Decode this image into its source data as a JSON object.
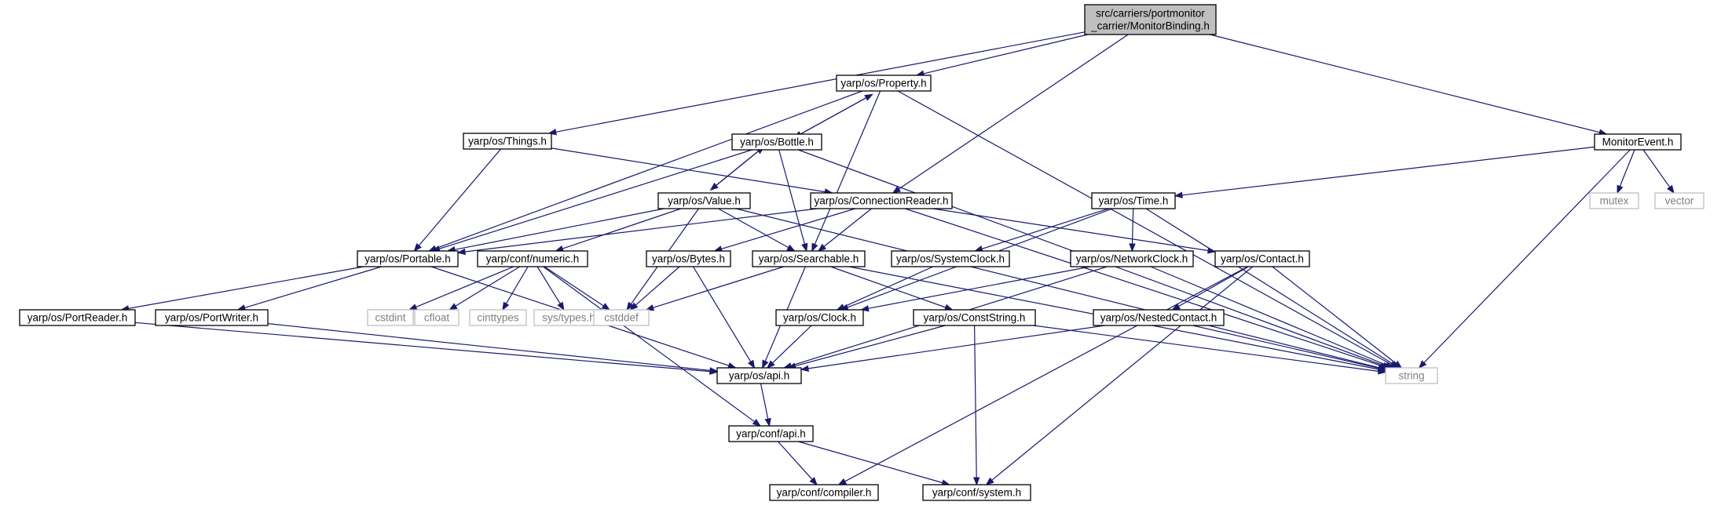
{
  "graph": {
    "nodes": [
      {
        "id": "root",
        "lines": [
          "src/carriers/portmonitor",
          "_carrier/MonitorBinding.h"
        ],
        "kind": "root"
      },
      {
        "id": "property",
        "lines": [
          "yarp/os/Property.h"
        ],
        "kind": "internal"
      },
      {
        "id": "things",
        "lines": [
          "yarp/os/Things.h"
        ],
        "kind": "internal"
      },
      {
        "id": "bottle",
        "lines": [
          "yarp/os/Bottle.h"
        ],
        "kind": "internal"
      },
      {
        "id": "monitorevent",
        "lines": [
          "MonitorEvent.h"
        ],
        "kind": "internal"
      },
      {
        "id": "value",
        "lines": [
          "yarp/os/Value.h"
        ],
        "kind": "internal"
      },
      {
        "id": "connreader",
        "lines": [
          "yarp/os/ConnectionReader.h"
        ],
        "kind": "internal"
      },
      {
        "id": "time",
        "lines": [
          "yarp/os/Time.h"
        ],
        "kind": "internal"
      },
      {
        "id": "mutex",
        "lines": [
          "mutex"
        ],
        "kind": "external"
      },
      {
        "id": "vector",
        "lines": [
          "vector"
        ],
        "kind": "external"
      },
      {
        "id": "portable",
        "lines": [
          "yarp/os/Portable.h"
        ],
        "kind": "internal"
      },
      {
        "id": "numeric",
        "lines": [
          "yarp/conf/numeric.h"
        ],
        "kind": "internal"
      },
      {
        "id": "bytes",
        "lines": [
          "yarp/os/Bytes.h"
        ],
        "kind": "internal"
      },
      {
        "id": "searchable",
        "lines": [
          "yarp/os/Searchable.h"
        ],
        "kind": "internal"
      },
      {
        "id": "sysclock",
        "lines": [
          "yarp/os/SystemClock.h"
        ],
        "kind": "internal"
      },
      {
        "id": "netclock",
        "lines": [
          "yarp/os/NetworkClock.h"
        ],
        "kind": "internal"
      },
      {
        "id": "contact",
        "lines": [
          "yarp/os/Contact.h"
        ],
        "kind": "internal"
      },
      {
        "id": "portreader",
        "lines": [
          "yarp/os/PortReader.h"
        ],
        "kind": "internal"
      },
      {
        "id": "portwriter",
        "lines": [
          "yarp/os/PortWriter.h"
        ],
        "kind": "internal"
      },
      {
        "id": "cstdint",
        "lines": [
          "cstdint"
        ],
        "kind": "external"
      },
      {
        "id": "cfloat",
        "lines": [
          "cfloat"
        ],
        "kind": "external"
      },
      {
        "id": "cinttypes",
        "lines": [
          "cinttypes"
        ],
        "kind": "external"
      },
      {
        "id": "systypes",
        "lines": [
          "sys/types.h"
        ],
        "kind": "external"
      },
      {
        "id": "cstddef",
        "lines": [
          "cstddef"
        ],
        "kind": "external"
      },
      {
        "id": "clock",
        "lines": [
          "yarp/os/Clock.h"
        ],
        "kind": "internal"
      },
      {
        "id": "conststring",
        "lines": [
          "yarp/os/ConstString.h"
        ],
        "kind": "internal"
      },
      {
        "id": "nestedcontact",
        "lines": [
          "yarp/os/NestedContact.h"
        ],
        "kind": "internal"
      },
      {
        "id": "string",
        "lines": [
          "string"
        ],
        "kind": "external"
      },
      {
        "id": "osapi",
        "lines": [
          "yarp/os/api.h"
        ],
        "kind": "internal"
      },
      {
        "id": "confapi",
        "lines": [
          "yarp/conf/api.h"
        ],
        "kind": "internal"
      },
      {
        "id": "compiler",
        "lines": [
          "yarp/conf/compiler.h"
        ],
        "kind": "internal"
      },
      {
        "id": "system",
        "lines": [
          "yarp/conf/system.h"
        ],
        "kind": "internal"
      }
    ],
    "edges": [
      {
        "from": "root",
        "to": "property"
      },
      {
        "from": "root",
        "to": "things"
      },
      {
        "from": "root",
        "to": "connreader"
      },
      {
        "from": "root",
        "to": "monitorevent"
      },
      {
        "from": "property",
        "to": "bottle"
      },
      {
        "from": "property",
        "to": "portable"
      },
      {
        "from": "property",
        "to": "searchable"
      },
      {
        "from": "property",
        "to": "string"
      },
      {
        "from": "bottle",
        "to": "property"
      },
      {
        "from": "bottle",
        "to": "value"
      },
      {
        "from": "bottle",
        "to": "portable"
      },
      {
        "from": "bottle",
        "to": "searchable"
      },
      {
        "from": "bottle",
        "to": "string"
      },
      {
        "from": "value",
        "to": "bottle"
      },
      {
        "from": "value",
        "to": "portable"
      },
      {
        "from": "value",
        "to": "numeric"
      },
      {
        "from": "value",
        "to": "searchable"
      },
      {
        "from": "value",
        "to": "cstddef"
      },
      {
        "from": "value",
        "to": "string"
      },
      {
        "from": "things",
        "to": "portable"
      },
      {
        "from": "things",
        "to": "connreader"
      },
      {
        "from": "connreader",
        "to": "portable"
      },
      {
        "from": "connreader",
        "to": "bytes"
      },
      {
        "from": "connreader",
        "to": "searchable"
      },
      {
        "from": "connreader",
        "to": "contact"
      },
      {
        "from": "connreader",
        "to": "string"
      },
      {
        "from": "monitorevent",
        "to": "time"
      },
      {
        "from": "monitorevent",
        "to": "mutex"
      },
      {
        "from": "monitorevent",
        "to": "vector"
      },
      {
        "from": "monitorevent",
        "to": "string"
      },
      {
        "from": "time",
        "to": "sysclock"
      },
      {
        "from": "time",
        "to": "netclock"
      },
      {
        "from": "time",
        "to": "clock"
      },
      {
        "from": "time",
        "to": "string"
      },
      {
        "from": "portable",
        "to": "portreader"
      },
      {
        "from": "portable",
        "to": "portwriter"
      },
      {
        "from": "portable",
        "to": "osapi"
      },
      {
        "from": "numeric",
        "to": "cstdint"
      },
      {
        "from": "numeric",
        "to": "cfloat"
      },
      {
        "from": "numeric",
        "to": "cinttypes"
      },
      {
        "from": "numeric",
        "to": "systypes"
      },
      {
        "from": "numeric",
        "to": "cstddef"
      },
      {
        "from": "numeric",
        "to": "confapi"
      },
      {
        "from": "bytes",
        "to": "cstddef"
      },
      {
        "from": "bytes",
        "to": "osapi"
      },
      {
        "from": "searchable",
        "to": "conststring"
      },
      {
        "from": "searchable",
        "to": "osapi"
      },
      {
        "from": "searchable",
        "to": "cstddef"
      },
      {
        "from": "searchable",
        "to": "string"
      },
      {
        "from": "sysclock",
        "to": "clock"
      },
      {
        "from": "netclock",
        "to": "clock"
      },
      {
        "from": "netclock",
        "to": "osapi"
      },
      {
        "from": "netclock",
        "to": "string"
      },
      {
        "from": "contact",
        "to": "nestedcontact"
      },
      {
        "from": "contact",
        "to": "compiler"
      },
      {
        "from": "contact",
        "to": "system"
      },
      {
        "from": "contact",
        "to": "string"
      },
      {
        "from": "portreader",
        "to": "osapi"
      },
      {
        "from": "portwriter",
        "to": "osapi"
      },
      {
        "from": "clock",
        "to": "osapi"
      },
      {
        "from": "conststring",
        "to": "osapi"
      },
      {
        "from": "conststring",
        "to": "system"
      },
      {
        "from": "conststring",
        "to": "string"
      },
      {
        "from": "nestedcontact",
        "to": "osapi"
      },
      {
        "from": "nestedcontact",
        "to": "string"
      },
      {
        "from": "osapi",
        "to": "confapi"
      },
      {
        "from": "confapi",
        "to": "compiler"
      },
      {
        "from": "confapi",
        "to": "system"
      }
    ]
  }
}
